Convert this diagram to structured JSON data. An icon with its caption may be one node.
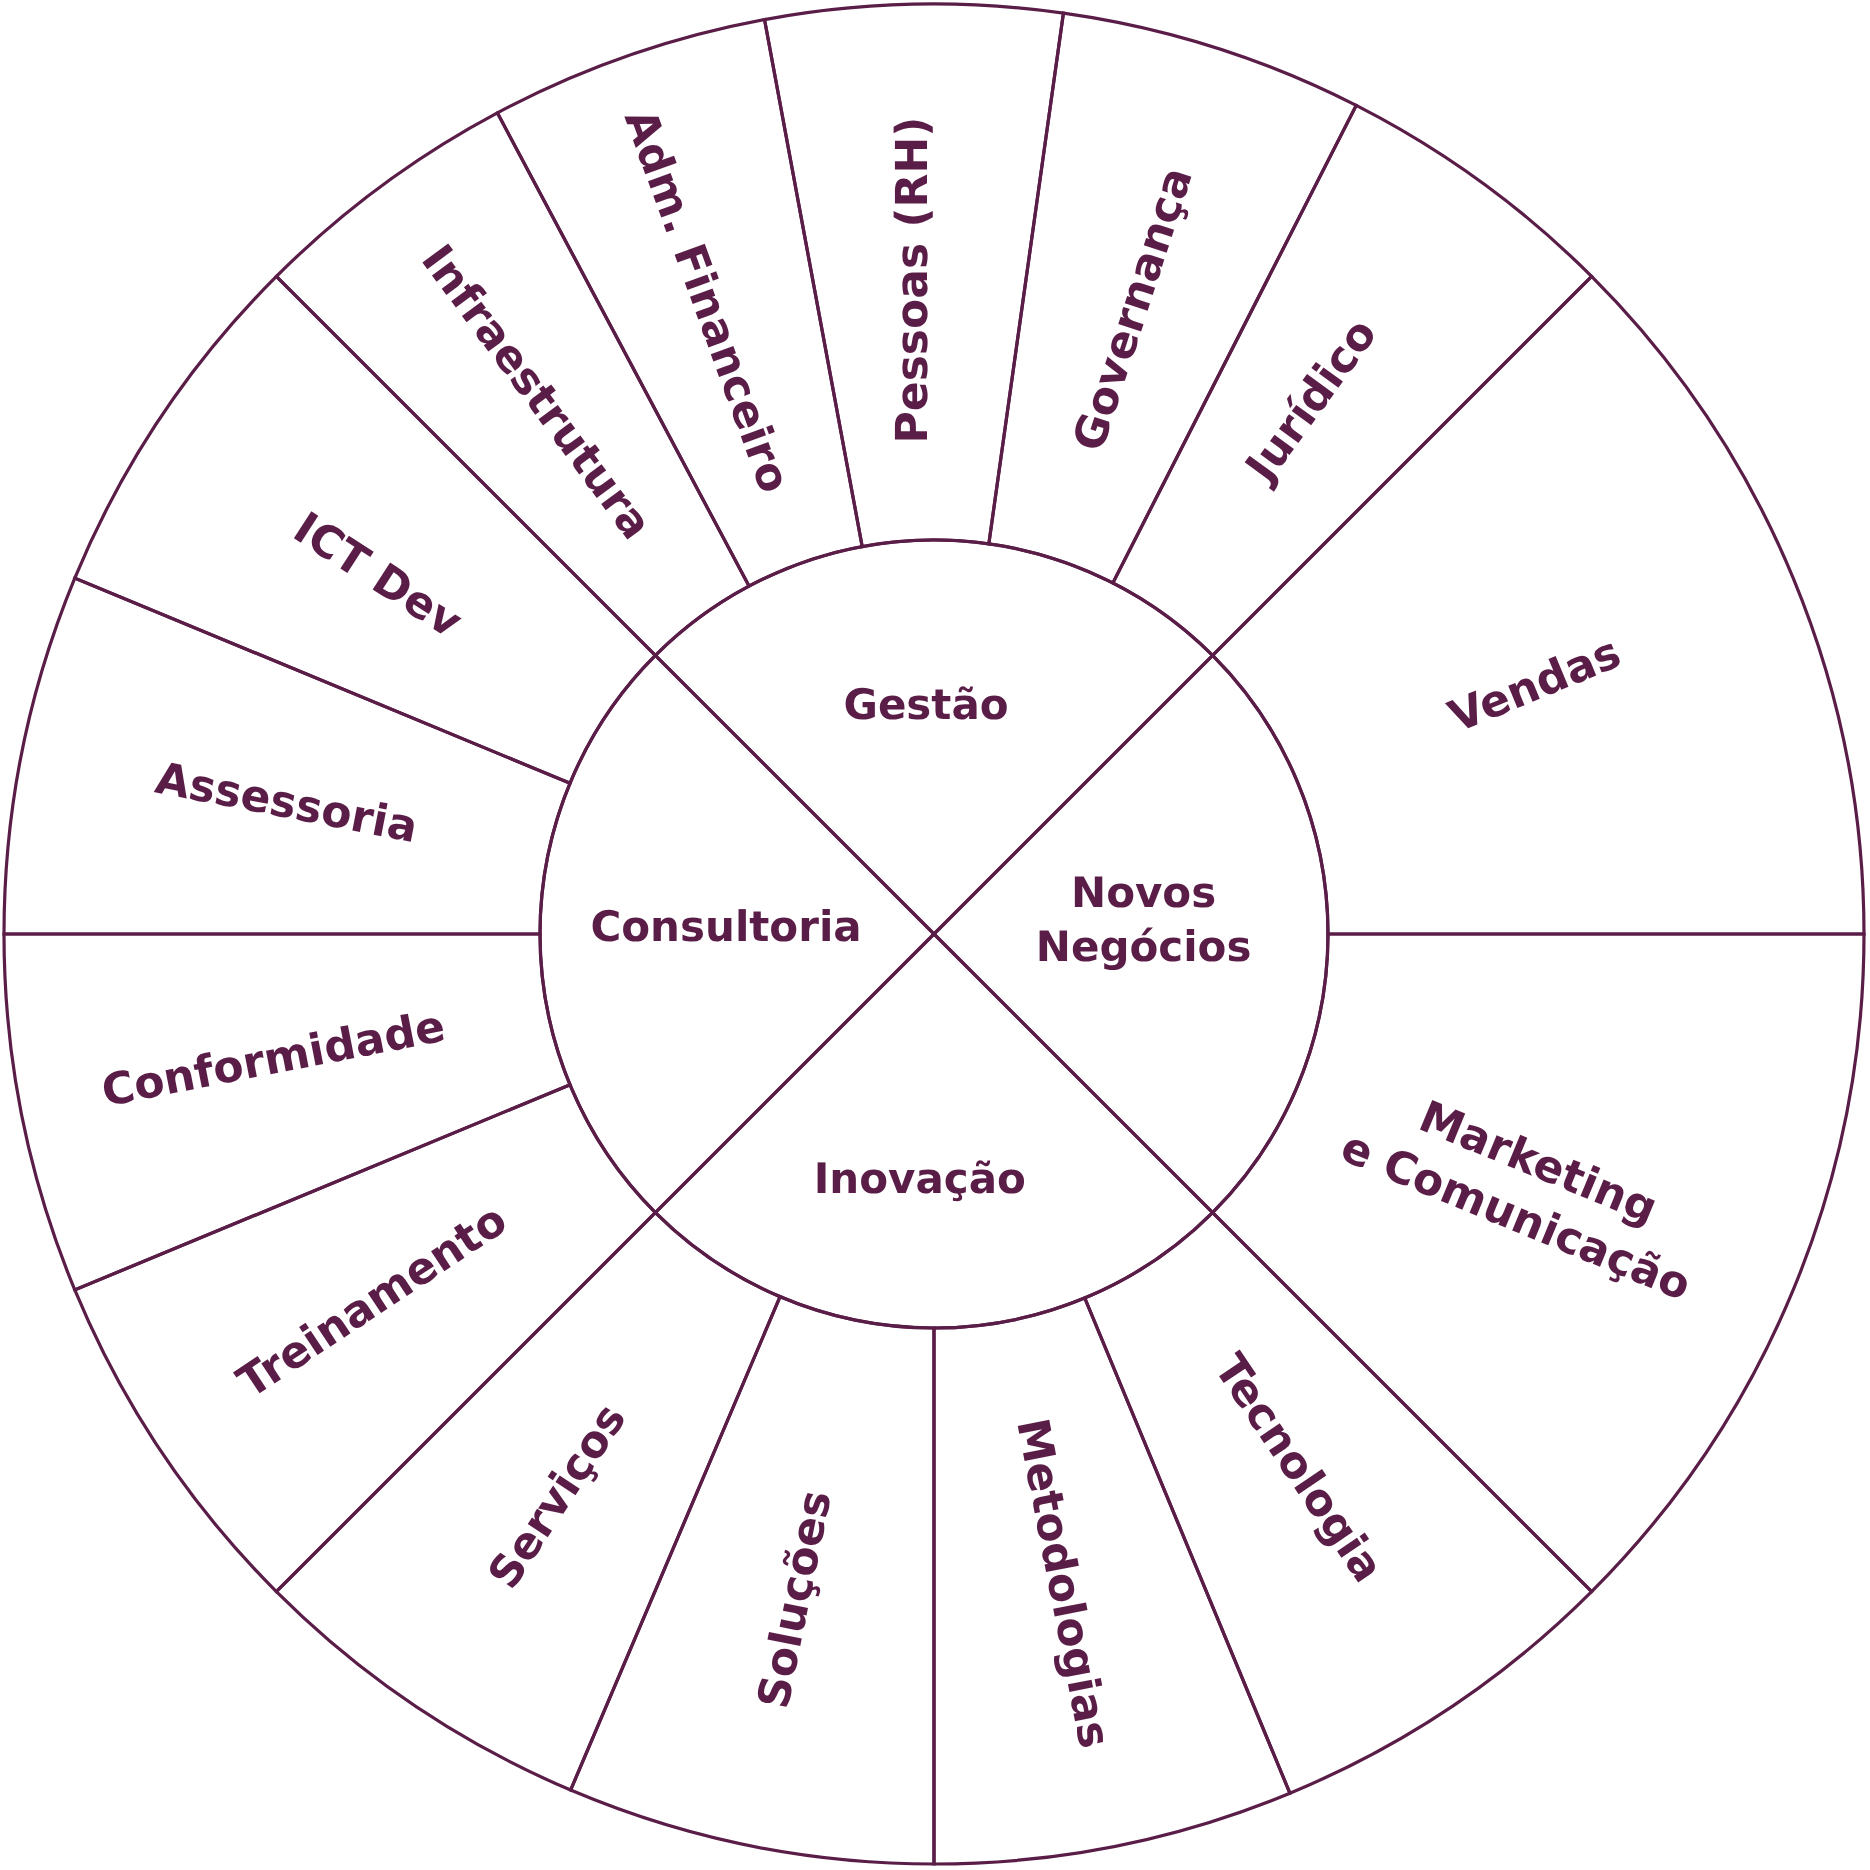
{
  "diagram": {
    "nodes": [
      {
        "text": [
          "Gestão"
        ]
      },
      {
        "text": [
          "Novos Negócios"
        ]
      },
      {
        "text": [
          "Inovação"
        ]
      },
      {
        "text": [
          "Consultoria"
        ]
      },
      {
        "text": [
          "Infraestrutura"
        ]
      },
      {
        "text": [
          "Adm. Financeiro"
        ]
      },
      {
        "text": [
          "Pessoas (RH)"
        ]
      },
      {
        "text": [
          "Governança"
        ]
      },
      {
        "text": [
          "Jurídico"
        ]
      },
      {
        "text": [
          "Vendas"
        ]
      },
      {
        "text": [
          "Marketing e Comunicação"
        ]
      },
      {
        "text": [
          "Tecnologia"
        ]
      },
      {
        "text": [
          "Metodologias"
        ]
      },
      {
        "text": [
          "Soluções"
        ]
      },
      {
        "text": [
          "Serviços"
        ]
      },
      {
        "text": [
          "Treinamento"
        ]
      },
      {
        "text": [
          "Conformidade"
        ]
      },
      {
        "text": [
          "Assessoria"
        ]
      },
      {
        "text": [
          "ICT Dev"
        ]
      }
    ]
  }
}
